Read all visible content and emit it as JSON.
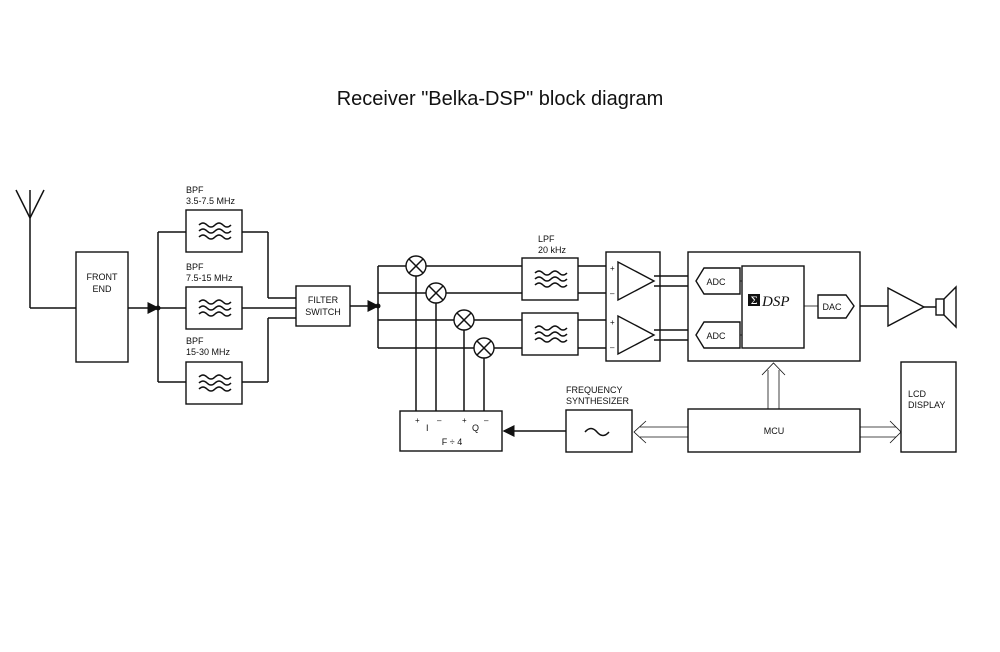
{
  "title": "Receiver \"Belka-DSP\" block diagram",
  "blocks": {
    "front_end": [
      "FRONT",
      "END"
    ],
    "bpf1": [
      "BPF",
      "3.5-7.5 MHz"
    ],
    "bpf2": [
      "BPF",
      "7.5-15 MHz"
    ],
    "bpf3": [
      "BPF",
      "15-30 MHz"
    ],
    "filter_switch": [
      "FILTER",
      "SWITCH"
    ],
    "lpf": [
      "LPF",
      "20 kHz"
    ],
    "divider": {
      "i": "I",
      "q": "Q",
      "label": "F ÷ 4",
      "plus": "+",
      "minus": "–"
    },
    "freq_synth": [
      "FREQUENCY",
      "SYNTHESIZER"
    ],
    "adc": "ADC",
    "dac": "DAC",
    "dsp": "DSP",
    "mcu": "MCU",
    "lcd": [
      "LCD",
      "DISPLAY"
    ],
    "amp_plus": "+",
    "amp_minus": "–"
  }
}
